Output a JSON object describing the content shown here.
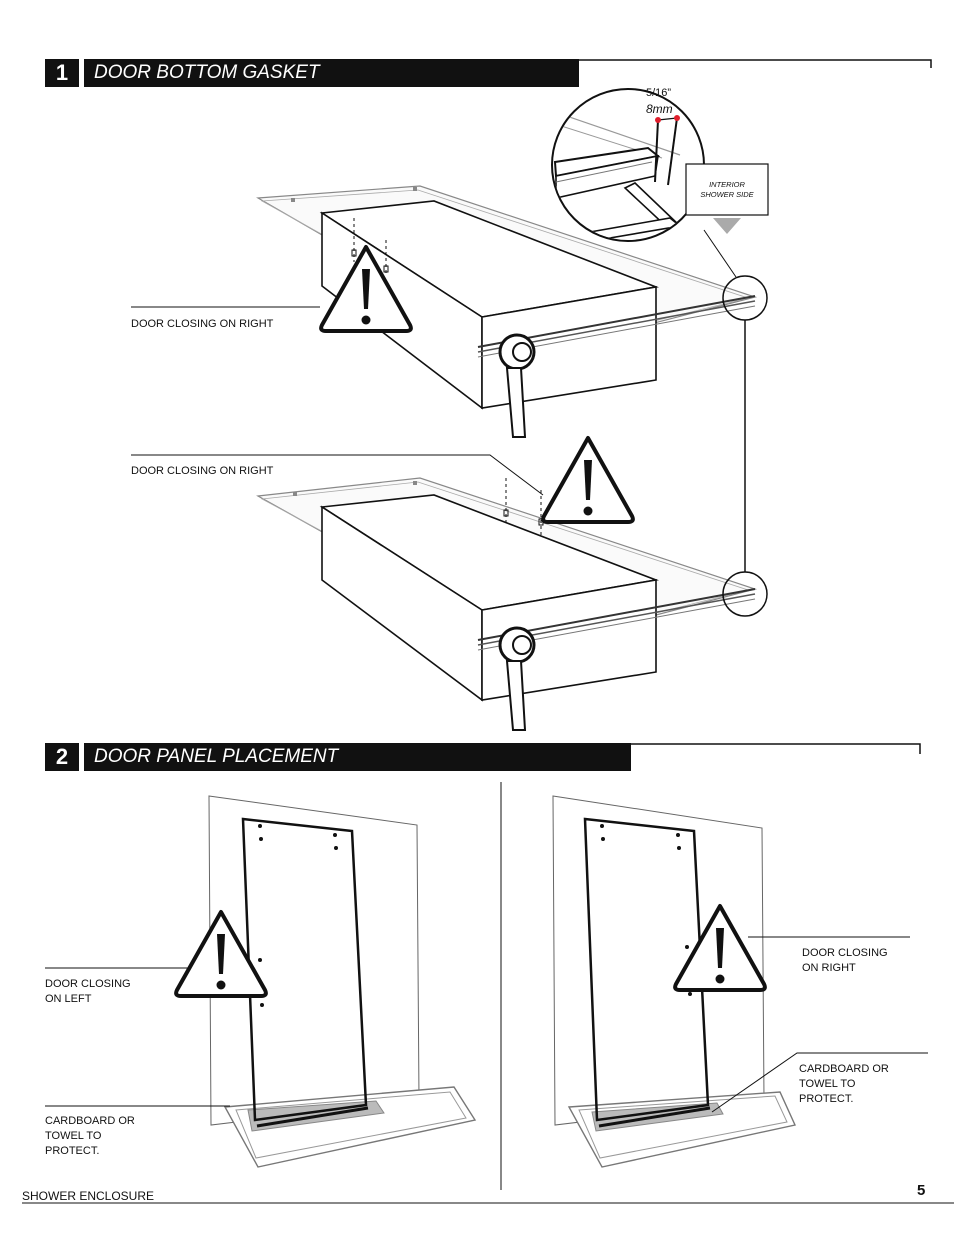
{
  "step1": {
    "number": "1",
    "title": "DOOR BOTTOM GASKET"
  },
  "step2": {
    "number": "2",
    "title": "DOOR PANEL PLACEMENT"
  },
  "detail": {
    "size_imperial": "5/16”",
    "size_metric": "8mm",
    "interior_label": "INTERIOR\nSHOWER SIDE"
  },
  "labels": {
    "door_right_1": "DOOR CLOSING ON RIGHT",
    "door_right_2": "DOOR CLOSING ON RIGHT",
    "door_left": "DOOR CLOSING\nON LEFT",
    "door_right_3": "DOOR CLOSING\nON RIGHT",
    "cardboard_left": "CARDBOARD OR\nTOWEL TO\nPROTECT.",
    "cardboard_right": "CARDBOARD OR\nTOWEL TO\nPROTECT."
  },
  "footer": {
    "title": "SHOWER ENCLOSURE",
    "page": "5"
  },
  "icons": [
    "warning-icon",
    "interior-arrow-icon"
  ],
  "colors": {
    "header_bg": "#111111",
    "header_text": "#ffffff",
    "gasket_dot": "#e01e2c"
  }
}
